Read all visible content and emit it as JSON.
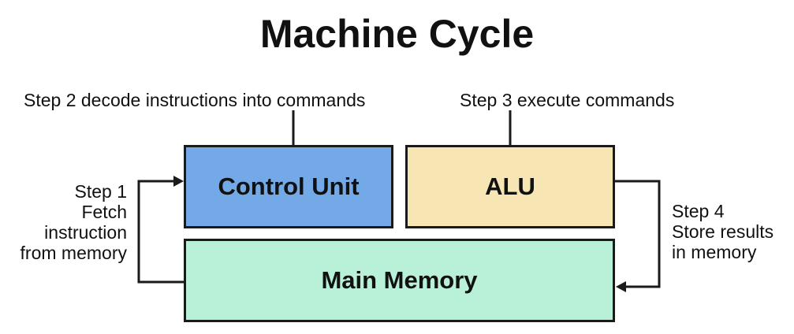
{
  "title": "Machine Cycle",
  "steps": {
    "step1_lines": [
      "Step 1",
      "Fetch",
      "instruction",
      "from memory"
    ],
    "step2": "Step 2 decode instructions into commands",
    "step3": "Step 3 execute commands",
    "step4_lines": [
      "Step 4",
      "Store results",
      "in memory"
    ]
  },
  "boxes": {
    "control_unit": "Control Unit",
    "alu": "ALU",
    "main_memory": "Main Memory"
  },
  "colors": {
    "control_unit": "#74a9e8",
    "alu": "#f7e6b3",
    "main_memory": "#b8f0d8",
    "lines": "#1a1a1a"
  }
}
